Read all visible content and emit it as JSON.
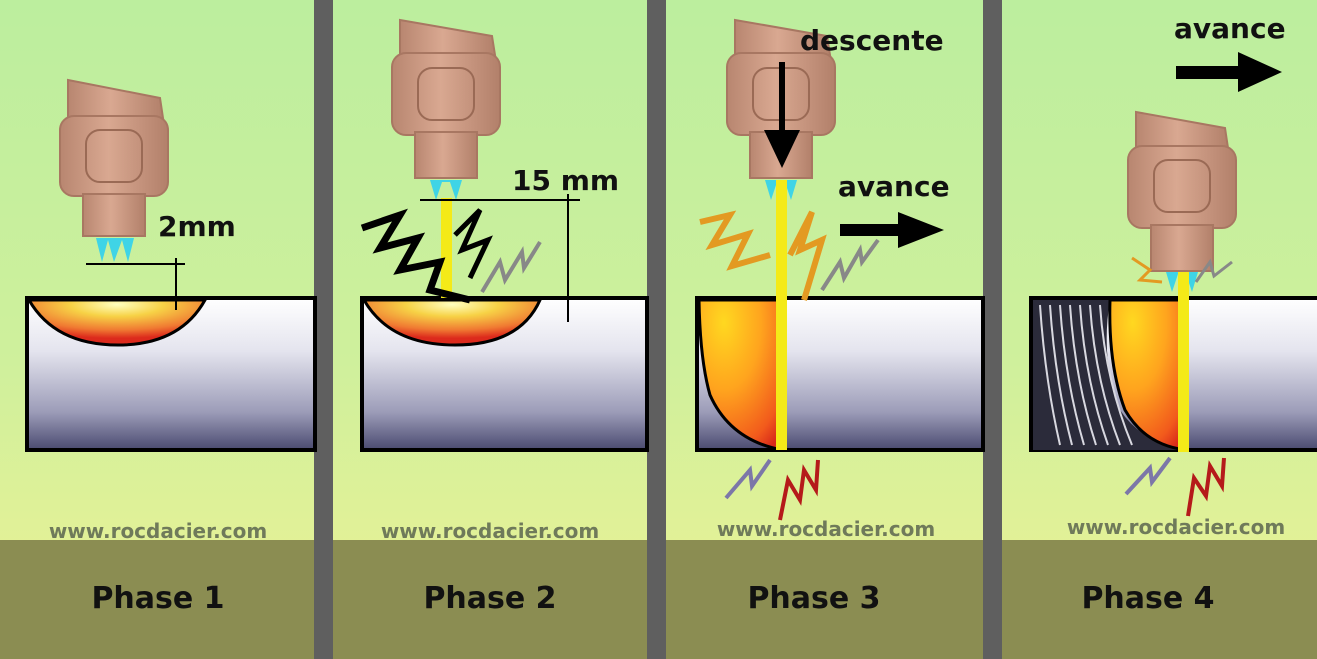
{
  "panels": [
    {
      "phase": "Phase 1",
      "website": "www.rocdacier.com",
      "dimension": "2mm"
    },
    {
      "phase": "Phase 2",
      "website": "www.rocdacier.com",
      "dimension": "15 mm"
    },
    {
      "phase": "Phase 3",
      "website": "www.rocdacier.com",
      "descent": "descente",
      "advance": "avance"
    },
    {
      "phase": "Phase 4",
      "website": "www.rocdacier.com",
      "advance": "avance"
    }
  ],
  "colors": {
    "background_top": "#bfeea8",
    "background_bottom": "#e8f098",
    "footer": "#8b8d52",
    "divider": "#5f5f5f",
    "torch": "#cc9a82",
    "beam": "#f4ea18",
    "nozzle": "#3fd4e6"
  }
}
